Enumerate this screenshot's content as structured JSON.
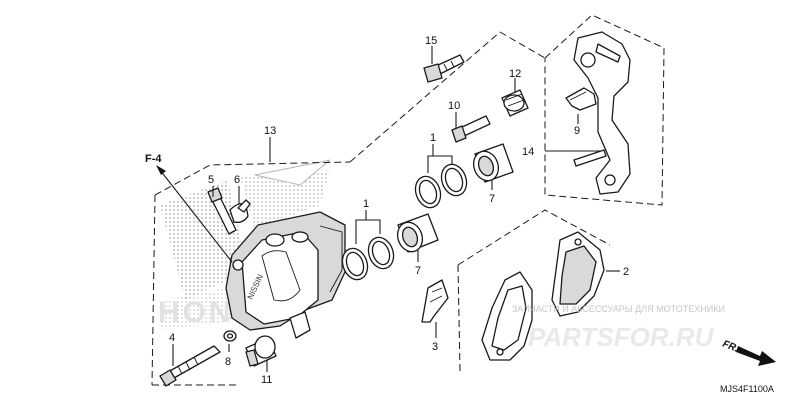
{
  "diagram": {
    "code": "MJS4F1100A",
    "ref": "F-4",
    "direction": "FR.",
    "watermark_text": "ЗАПЧАСТИ И АКСЕССУАРЫ ДЛЯ МОТОТЕХНИКИ",
    "watermark_logo": "PARTSFOR.RU",
    "callouts": {
      "c1a": "1",
      "c1b": "1",
      "c2": "2",
      "c3": "3",
      "c4": "4",
      "c5": "5",
      "c6": "6",
      "c7a": "7",
      "c7b": "7",
      "c8": "8",
      "c9": "9",
      "c10": "10",
      "c11": "11",
      "c12": "12",
      "c13": "13",
      "c14": "14",
      "c15": "15"
    }
  }
}
